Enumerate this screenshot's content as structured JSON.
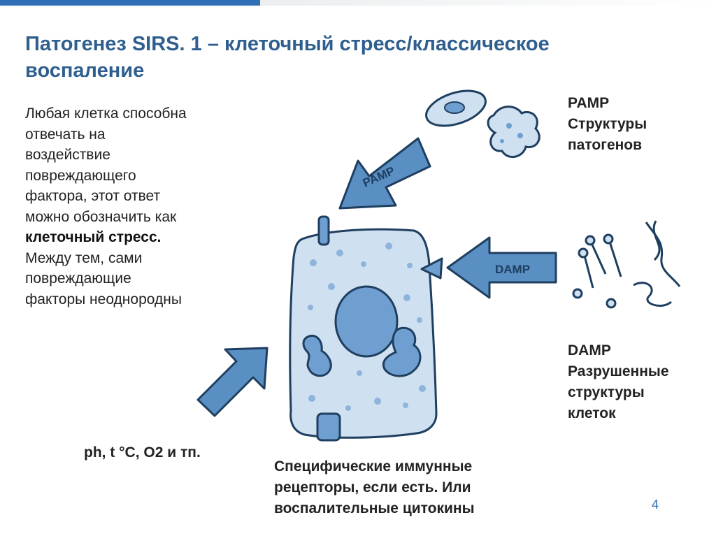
{
  "slide": {
    "title": "Патогенез SIRS. 1 – клеточный стресс/классическое воспаление",
    "body_lines": [
      "Любая клетка способна",
      "отвечать на",
      "воздействие",
      "повреждающего",
      "фактора, этот ответ",
      "можно обозначить как"
    ],
    "body_bold": "клеточный стресс.",
    "body_tail_lines": [
      "Между тем, сами",
      "повреждающие",
      "факторы неоднородны"
    ],
    "pamp_label": [
      "PAMP",
      "Структуры",
      "патогенов"
    ],
    "damp_label": [
      "DAMP",
      "Разрушенные",
      "структуры",
      "клеток"
    ],
    "factors_label": "ph, t °С, O2 и тп.",
    "receptors_label": [
      "Специфические иммунные",
      "рецепторы, если есть. Или",
      "воспалительные цитокины"
    ],
    "arrow_pamp_text": "PAMP",
    "arrow_damp_text": "DAMP",
    "slide_number": "4"
  },
  "colors": {
    "title": "#2f5f8f",
    "accent": "#2f6fb5",
    "cell_fill": "#cfe0f0",
    "cell_stroke": "#1f3f60",
    "arrow_fill": "#5a8fc4",
    "nucleus": "#6f9fd0"
  }
}
